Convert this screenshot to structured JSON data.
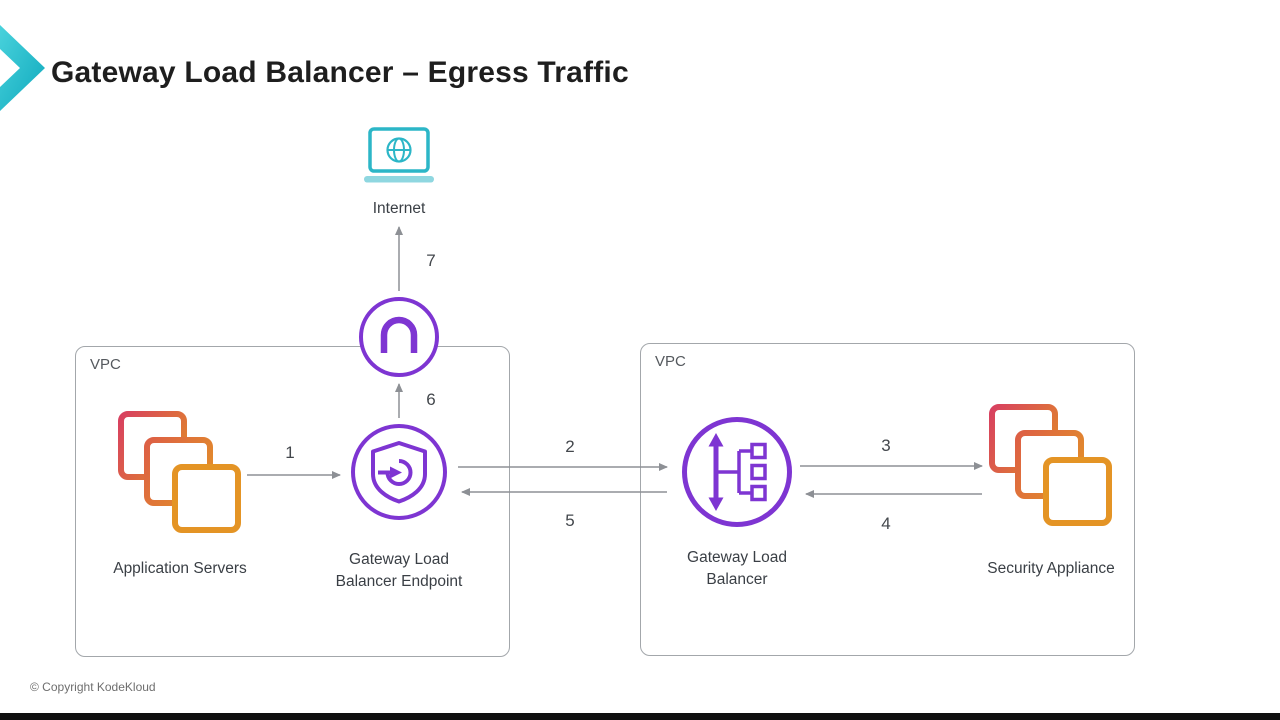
{
  "title": "Gateway Load Balancer – Egress Traffic",
  "footer": "© Copyright KodeKloud",
  "vpc_left": {
    "label": "VPC"
  },
  "vpc_right": {
    "label": "VPC"
  },
  "nodes": {
    "internet": {
      "label": "Internet"
    },
    "application_servers": {
      "label": "Application Servers"
    },
    "gwlb_endpoint": {
      "label": "Gateway Load Balancer Endpoint"
    },
    "gwlb": {
      "label": "Gateway Load Balancer"
    },
    "security_appliance": {
      "label": "Security Appliance"
    }
  },
  "steps": [
    "1",
    "2",
    "3",
    "4",
    "5",
    "6",
    "7"
  ],
  "icons": {
    "internet": "laptop-globe-icon",
    "internet_gateway": "internet-gateway-icon",
    "gwlb_endpoint": "shield-endpoint-icon",
    "gwlb": "load-balancer-icon",
    "application_servers": "stacked-instances-icon",
    "security_appliance": "stacked-instances-icon"
  },
  "colors": {
    "accent_teal": "#2cb6c7",
    "purple": "#7e35d2",
    "red": "#d84060",
    "orange": "#e28c2b",
    "arrow_gray": "#8d9095",
    "vpc_border": "#a3a7ab"
  }
}
